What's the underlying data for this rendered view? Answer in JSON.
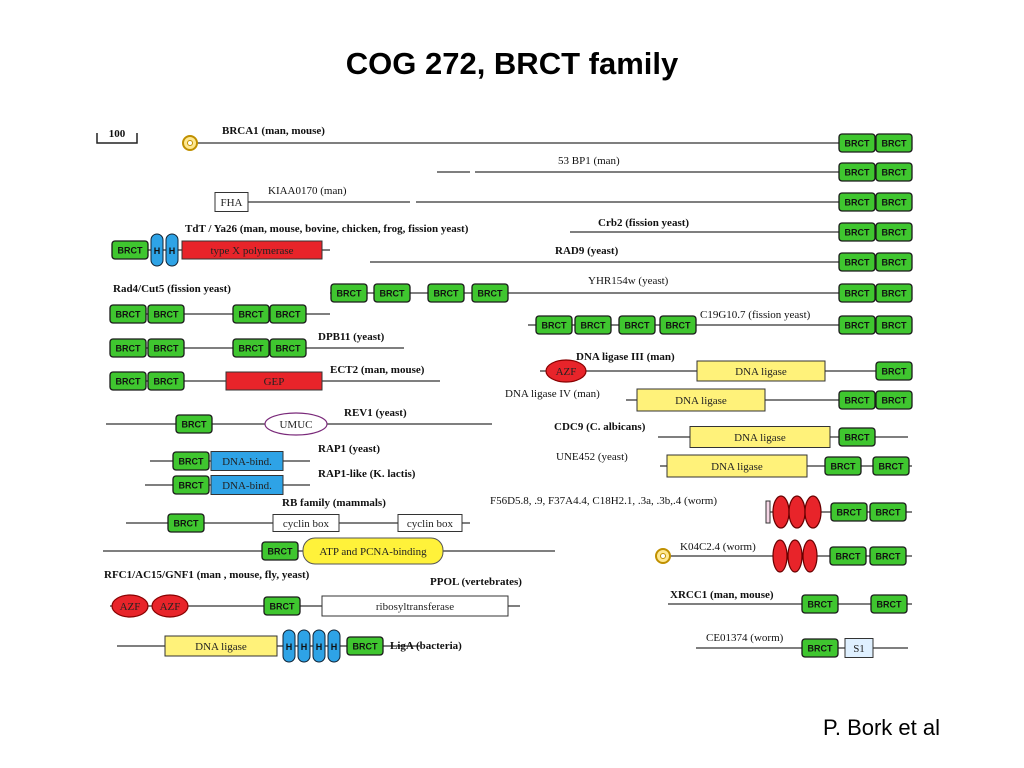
{
  "title": "COG 272, BRCT family",
  "credit": "P. Bork et al",
  "diagram": {
    "scale_label": "100",
    "colors": {
      "brct": "#3fc62f",
      "blue_domain": "#2ea3e6",
      "red_domain": "#e8242a",
      "yellow_domain": "#fff27a",
      "white_domain": "#ffffff"
    },
    "domain_labels": {
      "brct": "BRCT",
      "fha": "FHA",
      "type_x": "type X polymerase",
      "gep": "GEP",
      "umuc": "UMUC",
      "dna_bind": "DNA-bind.",
      "cyclin": "cyclin box",
      "atp": "ATP and PCNA-binding",
      "azf": "AZF",
      "ribosyl": "ribosyltransferase",
      "ligase": "DNA ligase",
      "s1": "S1",
      "hh": "H"
    },
    "protein_labels": {
      "brca1": "BRCA1 (man, mouse)",
      "bp53": "53 BP1 (man)",
      "kiaa": "KIAA0170 (man)",
      "tdt": "TdT / Ya26 (man, mouse, bovine, chicken,  frog, fission yeast)",
      "crb2": "Crb2 (fission yeast)",
      "rad9": "RAD9 (yeast)",
      "yhr": "YHR154w (yeast)",
      "rad4": "Rad4/Cut5 (fission yeast)",
      "c19": "C19G10.7 (fission yeast)",
      "dpb11": "DPB11 (yeast)",
      "lig3": "DNA ligase III (man)",
      "ect2": "ECT2 (man, mouse)",
      "lig4": "DNA ligase IV (man)",
      "rev1": "REV1 (yeast)",
      "cdc9": "CDC9  (C. albicans)",
      "rap1": "RAP1 (yeast)",
      "une452": "UNE452 (yeast)",
      "rap1l": "RAP1-like (K. lactis)",
      "f56": "F56D5.8, .9, F37A4.4, C18H2.1, .3a, .3b,.4 (worm)",
      "rb": "RB family (mammals)",
      "k04": "K04C2.4 (worm)",
      "rfc1": "RFC1/AC15/GNF1 (man , mouse, fly, yeast)",
      "ppol": "PPOL (vertebrates)",
      "xrcc1": "XRCC1 (man, mouse)",
      "liga": "LigA (bacteria)",
      "ce01374": "CE01374 (worm)"
    }
  }
}
